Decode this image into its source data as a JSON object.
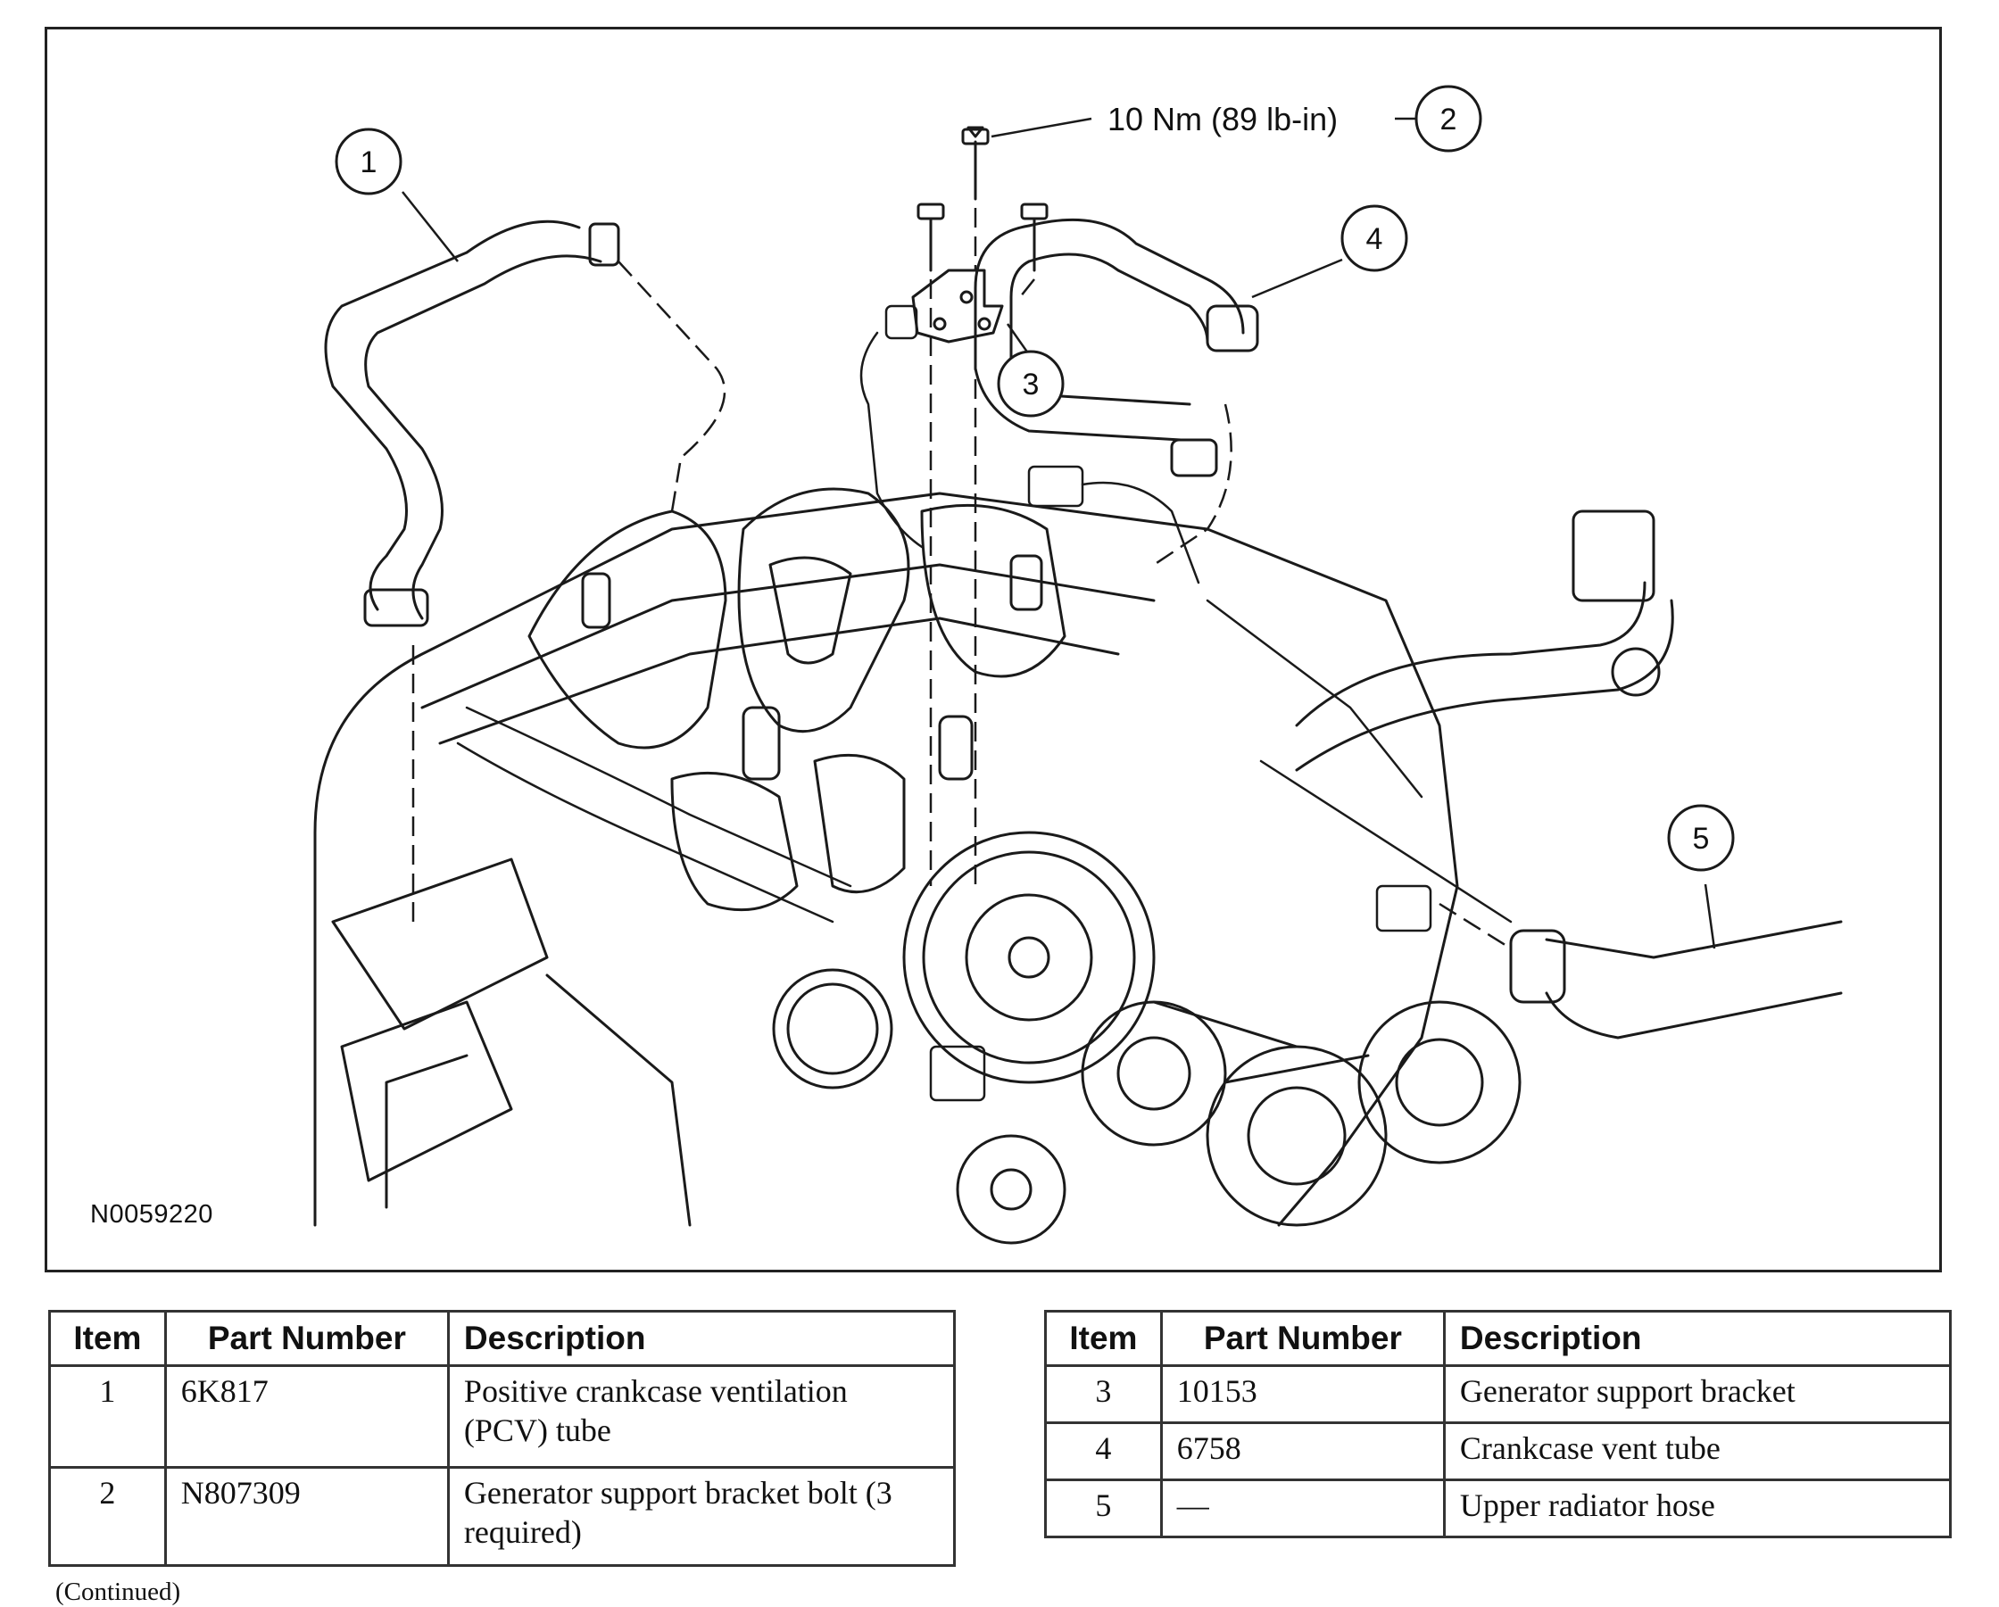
{
  "figure": {
    "id_code": "N0059220",
    "torque_spec": "10 Nm (89 lb-in)",
    "callouts": [
      "1",
      "2",
      "3",
      "4",
      "5"
    ]
  },
  "table_left": {
    "headers": [
      "Item",
      "Part Number",
      "Description"
    ],
    "rows": [
      {
        "item": "1",
        "part_number": "6K817",
        "description": "Positive crankcase ventilation (PCV) tube"
      },
      {
        "item": "2",
        "part_number": "N807309",
        "description": "Generator support bracket bolt (3 required)"
      }
    ]
  },
  "table_right": {
    "headers": [
      "Item",
      "Part Number",
      "Description"
    ],
    "rows": [
      {
        "item": "3",
        "part_number": "10153",
        "description": "Generator support bracket"
      },
      {
        "item": "4",
        "part_number": "6758",
        "description": "Crankcase vent tube"
      },
      {
        "item": "5",
        "part_number": "—",
        "description": "Upper radiator hose"
      }
    ]
  },
  "footer": {
    "continued": "(Continued)"
  }
}
